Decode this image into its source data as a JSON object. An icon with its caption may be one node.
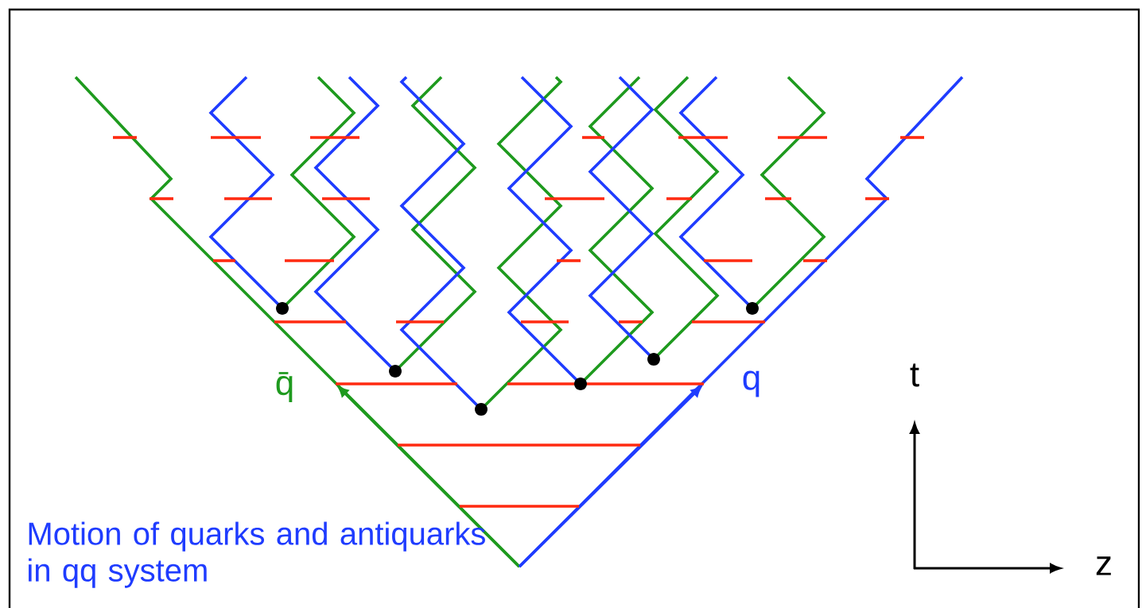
{
  "diagram": {
    "labels": [
      "q̄",
      "q",
      "t",
      "z",
      "Motion of quarks and antiquarks in qq system"
    ]
  }
}
